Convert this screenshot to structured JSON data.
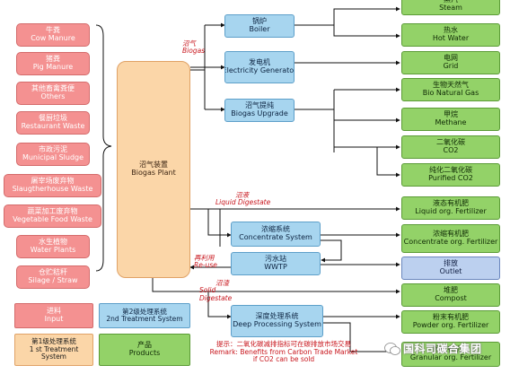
{
  "inputs": [
    {
      "zh": "牛粪",
      "en": "Cow Manure"
    },
    {
      "zh": "猪粪",
      "en": "Pig Manure"
    },
    {
      "zh": "其他畜禽粪便",
      "en": "Others"
    },
    {
      "zh": "餐厨垃圾",
      "en": "Restaurant Waste"
    },
    {
      "zh": "市政污泥",
      "en": "Municipal Sludge"
    },
    {
      "zh": "屠宰场废弃物",
      "en": "Slaugtherhouse Waste"
    },
    {
      "zh": "蔬菜加工废弃物",
      "en": "Vegetable Food Waste"
    },
    {
      "zh": "水生植物",
      "en": "Water Plants"
    },
    {
      "zh": "仓贮秸秆",
      "en": "Silage / Straw"
    }
  ],
  "plant": {
    "zh": "沼气装置",
    "en": "Biogas Plant"
  },
  "processes": [
    {
      "id": "boiler",
      "zh": "锅炉",
      "en": "Boiler"
    },
    {
      "id": "generator",
      "zh": "发电机",
      "en": "Electricity Generator"
    },
    {
      "id": "upgrade",
      "zh": "沼气提纯",
      "en": "Biogas Upgrade"
    },
    {
      "id": "concentrate",
      "zh": "浓缩系统",
      "en": "Concentrate System"
    },
    {
      "id": "wwtp",
      "zh": "污水站",
      "en": "WWTP"
    },
    {
      "id": "deep",
      "zh": "深度处理系统",
      "en": "Deep Processing System"
    }
  ],
  "products": [
    {
      "zh": "蒸汽",
      "en": "Steam"
    },
    {
      "zh": "热水",
      "en": "Hot Water"
    },
    {
      "zh": "电网",
      "en": "Grid"
    },
    {
      "zh": "生物天然气",
      "en": "Bio Natural Gas"
    },
    {
      "zh": "甲烷",
      "en": "Methane"
    },
    {
      "zh": "二氧化碳",
      "en": "CO2"
    },
    {
      "zh": "纯化二氧化碳",
      "en": "Purified CO2"
    },
    {
      "zh": "液态有机肥",
      "en": "Liquid org. Fertilizer"
    },
    {
      "zh": "浓缩有机肥",
      "en": "Concentrate org. Fertilizer"
    },
    {
      "zh": "排放",
      "en": "Outlet"
    },
    {
      "zh": "堆肥",
      "en": "Compost"
    },
    {
      "zh": "粉末有机肥",
      "en": "Powder org. Fertilizer"
    },
    {
      "zh": "颗粒有机肥",
      "en": "Granular org. Fertilizer"
    }
  ],
  "flow_labels": {
    "biogas": {
      "zh": "沼气",
      "en": "Biogas"
    },
    "liquid": {
      "zh": "沼液",
      "en": "Liquid  Digestate"
    },
    "reuse": {
      "zh": "再利用",
      "en": "Re-use"
    },
    "solid": {
      "zh": "沼渣",
      "en": "Solid Digestate"
    }
  },
  "legend": {
    "input": {
      "zh": "进料",
      "en": "Input"
    },
    "first": {
      "zh": "第1级处理系统",
      "en": "1 st Treatment System"
    },
    "second": {
      "zh": "第2级处理系统",
      "en": "2nd Treatment System"
    },
    "products": {
      "zh": "产品",
      "en": "Products"
    }
  },
  "note": {
    "zh": "提示：二氧化碳减排指标可在碳排放市场交易",
    "en1": "Remark: Benefits from Carbon Trade Market",
    "en2": "if CO2 can be sold"
  },
  "watermark": "国科司碳合集团",
  "colors": {
    "input": "#f49191",
    "plant": "#fbd6a8",
    "process": "#a7d5ef",
    "product": "#93d268",
    "outlet": "#bcd0ef",
    "label_red": "#c8161d",
    "line": "#111111"
  }
}
